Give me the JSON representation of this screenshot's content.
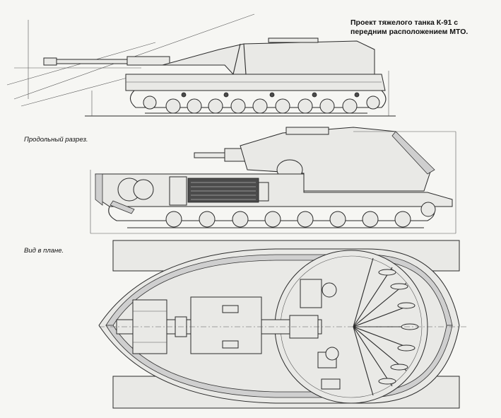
{
  "title": {
    "line1": "Проект тяжелого танка К-91 с",
    "line2": "передним расположением МТО."
  },
  "captions": {
    "section": "Продольный разрез.",
    "plan": "Вид в плане."
  }
}
